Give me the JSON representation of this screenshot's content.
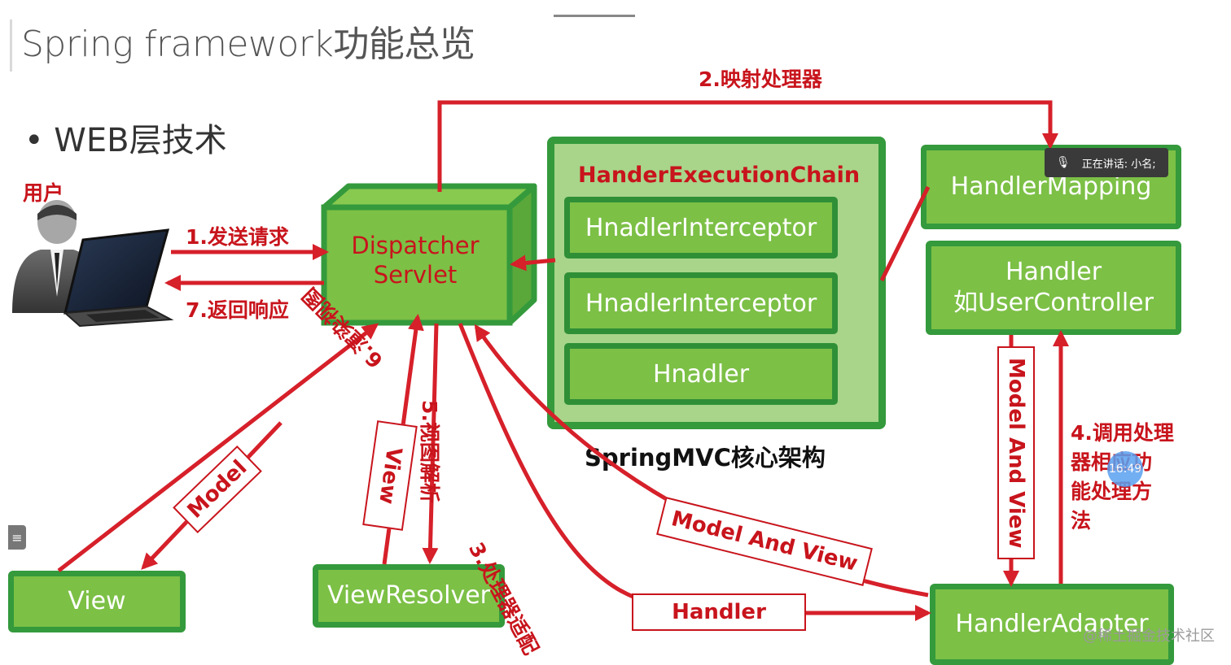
{
  "slide": {
    "title": "Spring framework功能总览",
    "bullet": "• WEB层技术",
    "caption": "SpringMVC核心架构"
  },
  "user": {
    "label": "用户"
  },
  "steps": {
    "s1": "1.发送请求",
    "s2": "2.映射处理器",
    "s3": "3.处理器适配",
    "s4": [
      "4.调用处理",
      "器相应功",
      "能处理方",
      "法"
    ],
    "s5": "5.视图解析",
    "s6": "6.渲染视图",
    "s7": "7.返回响应"
  },
  "boxes": {
    "dispatcher": [
      "Dispatcher",
      "Servlet"
    ],
    "chain_title": "HanderExecutionChain",
    "interceptor1": "HnadlerInterceptor",
    "interceptor2": "HnadlerInterceptor",
    "handler_inner": "Hnadler",
    "handler_mapping": "HandlerMapping",
    "handler": [
      "Handler",
      "如UserController"
    ],
    "handler_adapter": "HandlerAdapter",
    "view_resolver": "ViewResolver",
    "view": "View"
  },
  "flow_labels": {
    "model": "Model",
    "view": "View",
    "model_and_view_diag": "Model And View",
    "model_and_view_vert": "Model And View",
    "handler": "Handler"
  },
  "overlay": {
    "speaking": "正在讲话: 小名;",
    "clock": "16:49",
    "watermark": "@稀土掘金技术社区"
  },
  "colors": {
    "arrow_red": "#d6202a",
    "box_green": "#7cc046",
    "border_green": "#349a3c"
  }
}
